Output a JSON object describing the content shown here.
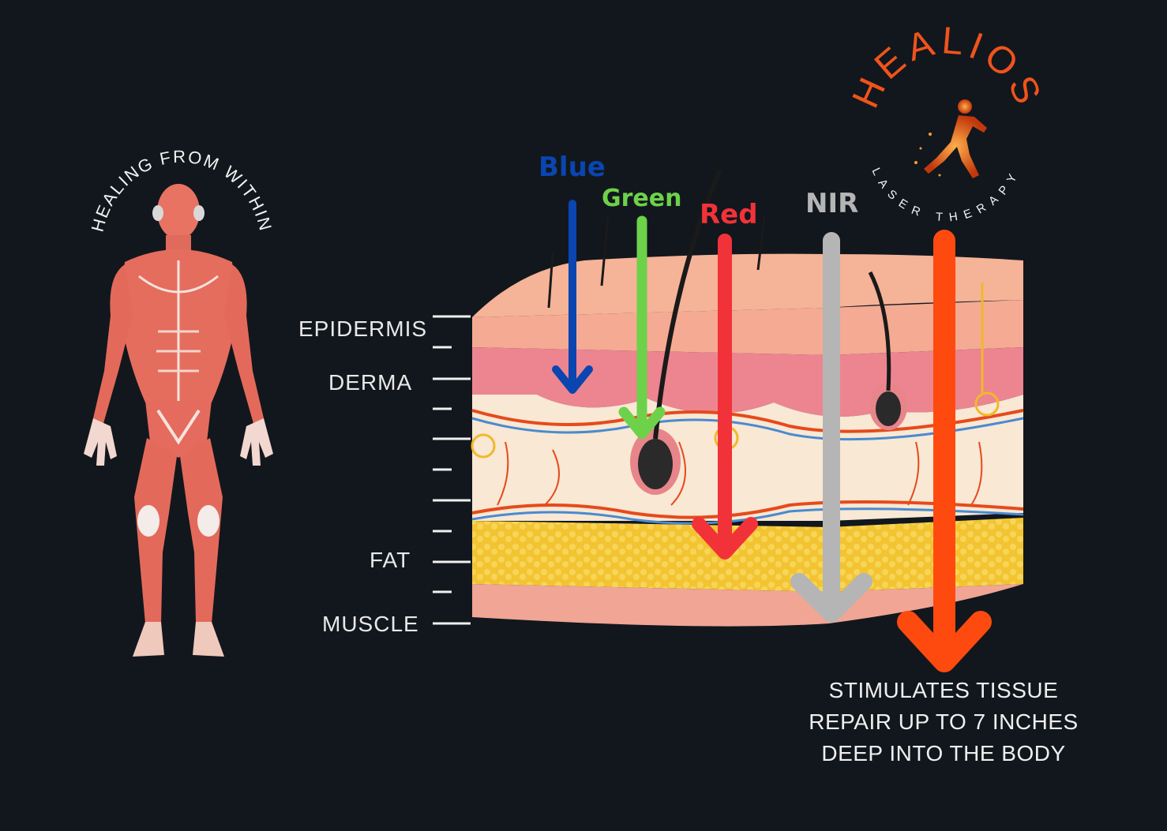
{
  "figure": {
    "arc_title": "HEALING FROM WITHIN",
    "layers": [
      {
        "label": "EPIDERMIS"
      },
      {
        "label": "DERMA"
      },
      {
        "label": "FAT"
      },
      {
        "label": "MUSCLE"
      }
    ],
    "wavelengths": [
      {
        "label": "Blue",
        "color": "#0a45b0"
      },
      {
        "label": "Green",
        "color": "#6dd24a"
      },
      {
        "label": "Red",
        "color": "#f23239"
      },
      {
        "label": "NIR",
        "color": "#b5b5b5"
      }
    ],
    "deep_arrow_color": "#ff4a0f",
    "tagline_lines": [
      "STIMULATES TISSUE",
      "REPAIR UP TO 7 INCHES",
      "DEEP INTO THE BODY"
    ]
  },
  "logo": {
    "brand": "HEALIOS",
    "sub": "LASER THERAPY",
    "color": "#f0531c"
  }
}
